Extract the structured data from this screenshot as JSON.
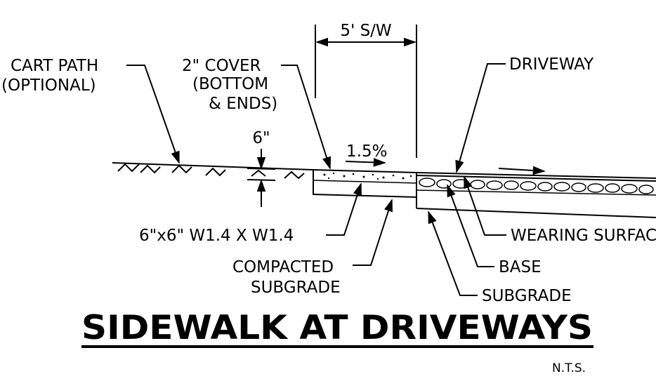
{
  "title": "SIDEWALK AT DRIVEWAYS",
  "scale_note": "N.T.S.",
  "dimension": "5' S/W",
  "slope": "1.5%",
  "thickness": "6\"",
  "labels": {
    "cart_path_line1": "CART PATH",
    "cart_path_line2": "(OPTIONAL)",
    "cover_line1": "2\" COVER",
    "cover_line2": "(BOTTOM",
    "cover_line3": "& ENDS)",
    "driveway": "DRIVEWAY",
    "mesh": "6\"x6\" W1.4 X W1.4",
    "compacted_line1": "COMPACTED",
    "compacted_line2": "SUBGRADE",
    "wearing_surface": "WEARING SURFACE",
    "base": "BASE",
    "subgrade": "SUBGRADE"
  }
}
